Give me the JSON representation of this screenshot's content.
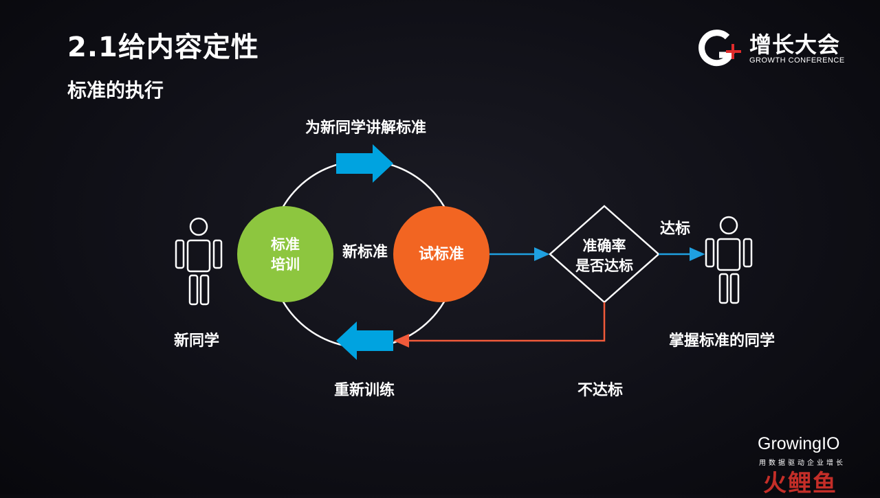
{
  "header": {
    "title": "2.1给内容定性",
    "subtitle": "标准的执行"
  },
  "logo": {
    "cn": "增长大会",
    "en": "GROWTH CONFERENCE"
  },
  "diagram": {
    "top_label": "为新同学讲解标准",
    "bottom_label": "重新训练",
    "center_label": "新标准",
    "green_node": [
      "标准",
      "培训"
    ],
    "orange_node": "试标准",
    "decision": [
      "准确率",
      "是否达标"
    ],
    "pass_label": "达标",
    "fail_label": "不达标",
    "left_person": "新同学",
    "right_person": "掌握标准的同学",
    "colors": {
      "green": "#8dc63f",
      "orange": "#f26522",
      "blue": "#00a3e0",
      "red_line": "#f15a3a",
      "line_blue": "#1fa0e0"
    }
  },
  "brand": {
    "name": "GrowingIO",
    "tagline": "用数据驱动企业增长",
    "watermark": "火鲤鱼"
  }
}
